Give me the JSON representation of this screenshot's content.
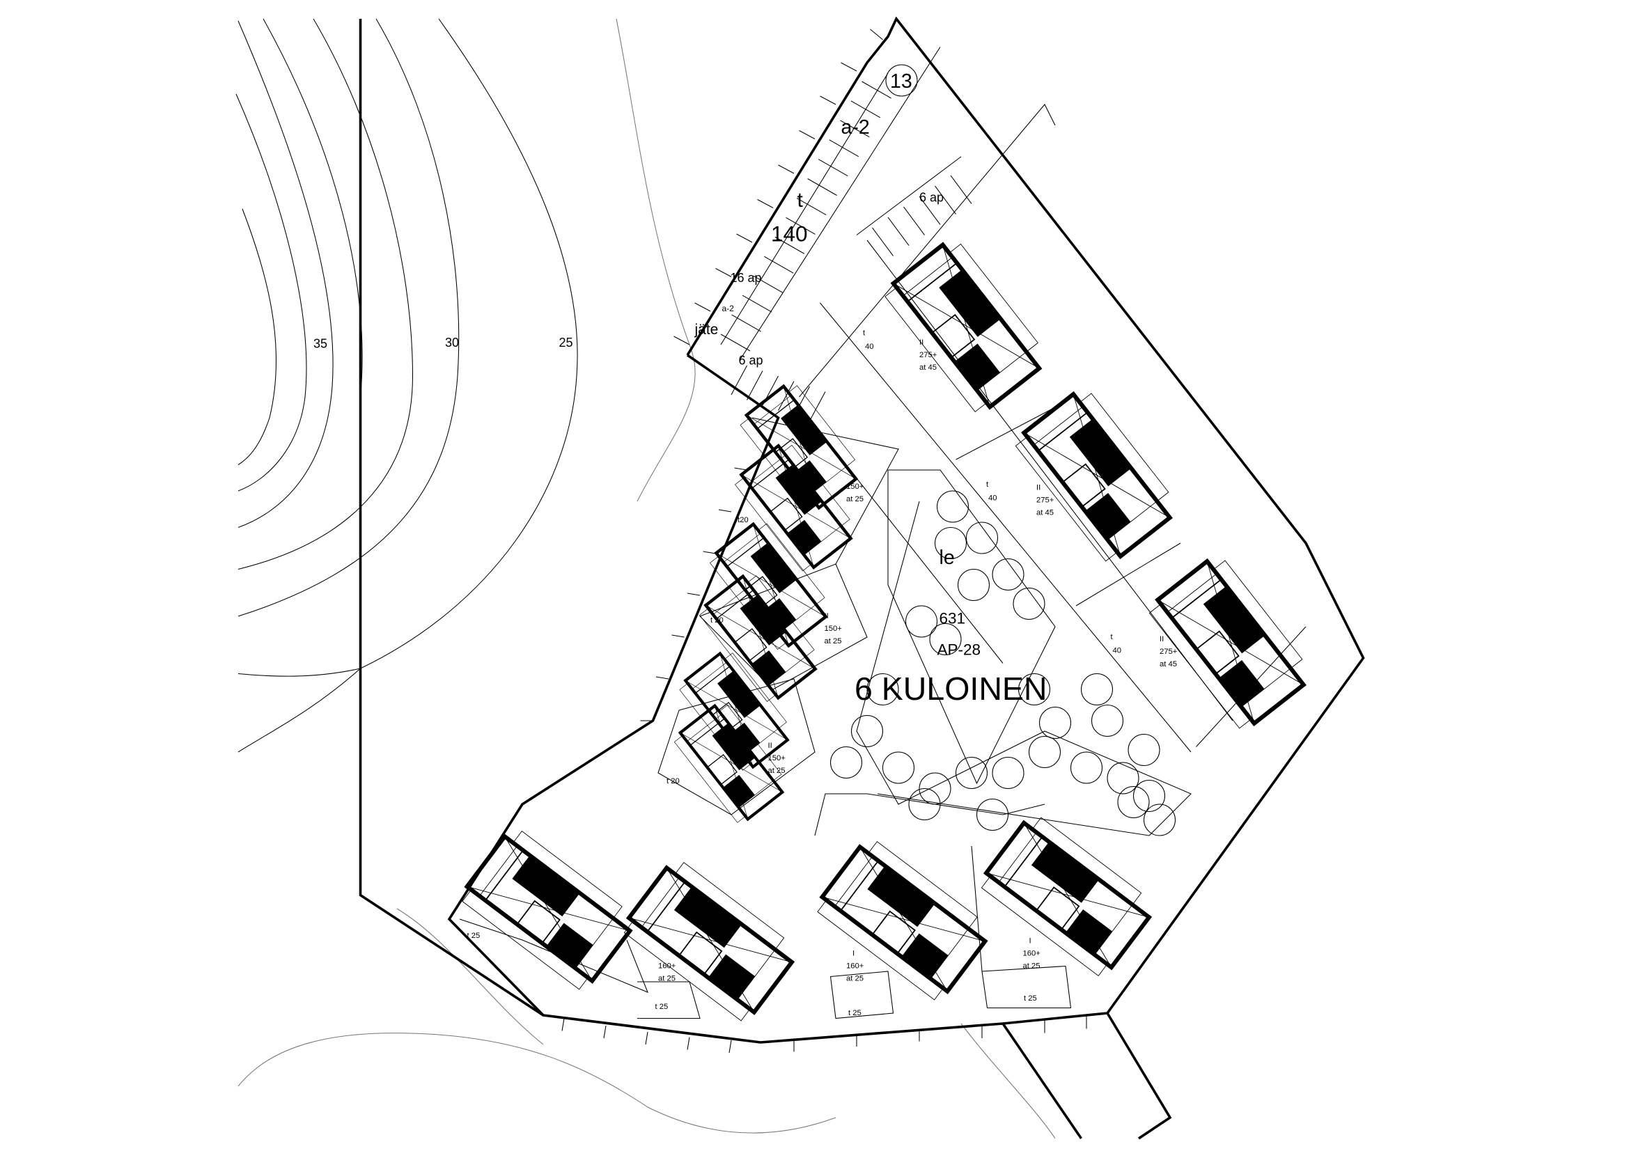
{
  "plan": {
    "block_number": "13",
    "road_labels": [
      "a-2",
      "t",
      "140",
      "16 ap",
      "a-2",
      "jäte",
      "6 ap"
    ],
    "parking_label": "6 ap",
    "park": {
      "zone": "le",
      "area": "631",
      "code": "AP-28",
      "title": "6 KULOINEN"
    },
    "contours": [
      "35",
      "30",
      "25"
    ],
    "lots_ne": [
      {
        "t": "t",
        "t_val": "40",
        "floors": "II",
        "area": "275+",
        "at": "at 45"
      },
      {
        "t": "t",
        "t_val": "40",
        "floors": "II",
        "area": "275+",
        "at": "at 45"
      },
      {
        "t": "t",
        "t_val": "40",
        "floors": "II",
        "area": "275+",
        "at": "at 45"
      }
    ],
    "lots_w": [
      {
        "t": "t20",
        "floors": "",
        "area": "150+",
        "at": "at 25"
      },
      {
        "t": "t 20",
        "floors": "II",
        "area": "150+",
        "at": "at 25"
      },
      {
        "t": "t 20",
        "floors": "II",
        "area": "150+",
        "at": "at 25"
      }
    ],
    "lots_s": [
      {
        "t": "t 25",
        "floors": "",
        "area": "",
        "at": ""
      },
      {
        "t": "t 25",
        "floors": "",
        "area": "160+",
        "at": "at 25"
      },
      {
        "t": "t 25",
        "floors": "I",
        "area": "160+",
        "at": "at 25"
      },
      {
        "t": "t 25",
        "floors": "I",
        "area": "160+",
        "at": "at 25"
      }
    ]
  }
}
